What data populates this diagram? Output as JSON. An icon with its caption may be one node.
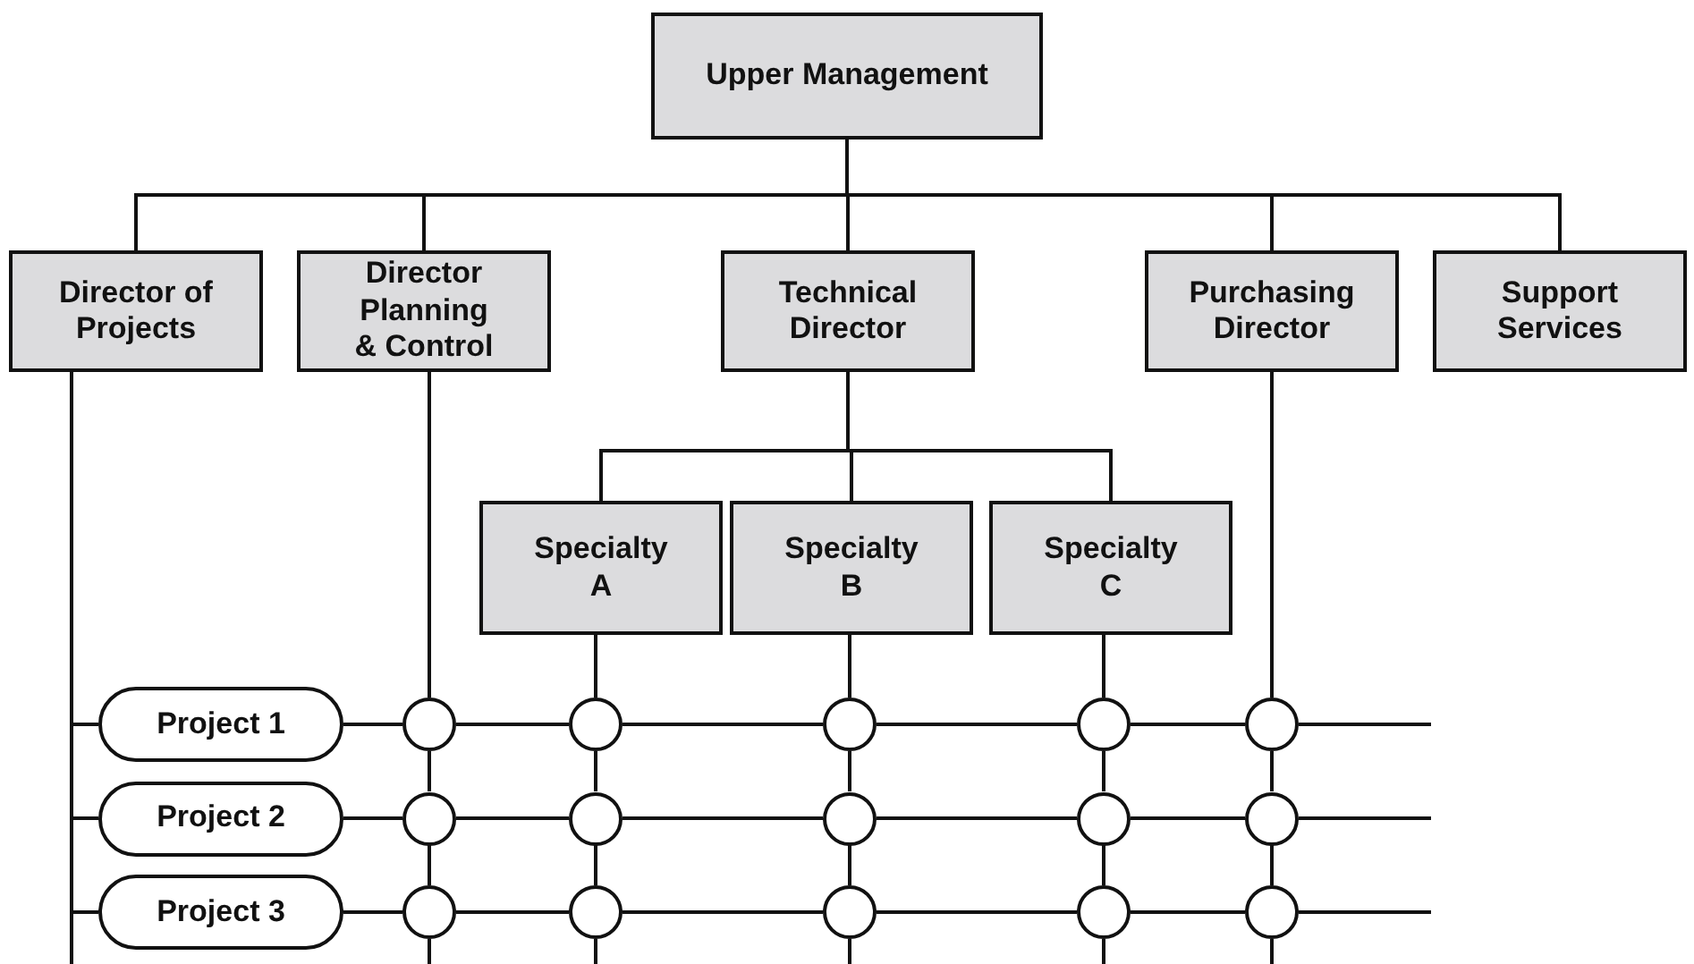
{
  "diagram": {
    "nodes": [
      {
        "text": [
          "Upper Management"
        ]
      },
      {
        "text": [
          "Director of Projects"
        ]
      },
      {
        "text": [
          "Director Planning & Control"
        ]
      },
      {
        "text": [
          "Technical Director"
        ]
      },
      {
        "text": [
          "Purchasing Director"
        ]
      },
      {
        "text": [
          "Support Services"
        ]
      },
      {
        "text": [
          "Specialty A"
        ]
      },
      {
        "text": [
          "Specialty B"
        ]
      },
      {
        "text": [
          "Specialty C"
        ]
      },
      {
        "text": [
          "Project 1"
        ]
      },
      {
        "text": [
          "Project 2"
        ]
      },
      {
        "text": [
          "Project 3"
        ]
      },
      {
        "text": [],
        "shape": "circle"
      },
      {
        "text": [],
        "shape": "circle"
      },
      {
        "text": [],
        "shape": "circle"
      },
      {
        "text": [],
        "shape": "circle"
      },
      {
        "text": [],
        "shape": "circle"
      },
      {
        "text": [],
        "shape": "circle"
      },
      {
        "text": [],
        "shape": "circle"
      },
      {
        "text": [],
        "shape": "circle"
      },
      {
        "text": [],
        "shape": "circle"
      },
      {
        "text": [],
        "shape": "circle"
      },
      {
        "text": [],
        "shape": "circle"
      },
      {
        "text": [],
        "shape": "circle"
      },
      {
        "text": [],
        "shape": "circle"
      },
      {
        "text": [],
        "shape": "circle"
      },
      {
        "text": [],
        "shape": "circle"
      }
    ],
    "edges": [
      {
        "from": 0,
        "to": 1,
        "arrow": "none"
      },
      {
        "from": 0,
        "to": 2,
        "arrow": "none"
      },
      {
        "from": 0,
        "to": 3,
        "arrow": "none"
      },
      {
        "from": 0,
        "to": 4,
        "arrow": "none"
      },
      {
        "from": 0,
        "to": 5,
        "arrow": "none"
      },
      {
        "from": 3,
        "to": 6,
        "arrow": "none"
      },
      {
        "from": 3,
        "to": 7,
        "arrow": "none"
      },
      {
        "from": 3,
        "to": 8,
        "arrow": "none"
      },
      {
        "from": 1,
        "to": 9,
        "arrow": "none"
      },
      {
        "from": 1,
        "to": 10,
        "arrow": "none"
      },
      {
        "from": 1,
        "to": 11,
        "arrow": "none"
      },
      {
        "from": 2,
        "to": 12,
        "arrow": "none"
      },
      {
        "from": 12,
        "to": 17,
        "arrow": "none"
      },
      {
        "from": 17,
        "to": 22,
        "arrow": "none"
      },
      {
        "from": 22,
        "to": null,
        "arrow": "none"
      },
      {
        "from": 6,
        "to": 13,
        "arrow": "none"
      },
      {
        "from": 13,
        "to": 18,
        "arrow": "none"
      },
      {
        "from": 18,
        "to": 23,
        "arrow": "none"
      },
      {
        "from": 23,
        "to": null,
        "arrow": "none"
      },
      {
        "from": 7,
        "to": 14,
        "arrow": "none"
      },
      {
        "from": 14,
        "to": 19,
        "arrow": "none"
      },
      {
        "from": 19,
        "to": 24,
        "arrow": "none"
      },
      {
        "from": 24,
        "to": null,
        "arrow": "none"
      },
      {
        "from": 8,
        "to": 15,
        "arrow": "none"
      },
      {
        "from": 15,
        "to": 20,
        "arrow": "none"
      },
      {
        "from": 20,
        "to": 25,
        "arrow": "none"
      },
      {
        "from": 25,
        "to": null,
        "arrow": "none"
      },
      {
        "from": 4,
        "to": 16,
        "arrow": "none"
      },
      {
        "from": 16,
        "to": 21,
        "arrow": "none"
      },
      {
        "from": 21,
        "to": 26,
        "arrow": "none"
      },
      {
        "from": 26,
        "to": null,
        "arrow": "none"
      },
      {
        "from": 9,
        "to": 12,
        "arrow": "none"
      },
      {
        "from": 12,
        "to": 13,
        "arrow": "none"
      },
      {
        "from": 13,
        "to": 14,
        "arrow": "none"
      },
      {
        "from": 14,
        "to": 15,
        "arrow": "none"
      },
      {
        "from": 15,
        "to": 16,
        "arrow": "none"
      },
      {
        "from": 16,
        "to": null,
        "arrow": "none"
      },
      {
        "from": 10,
        "to": 17,
        "arrow": "none"
      },
      {
        "from": 17,
        "to": 18,
        "arrow": "none"
      },
      {
        "from": 18,
        "to": 19,
        "arrow": "none"
      },
      {
        "from": 19,
        "to": 20,
        "arrow": "none"
      },
      {
        "from": 20,
        "to": 21,
        "arrow": "none"
      },
      {
        "from": 21,
        "to": null,
        "arrow": "none"
      },
      {
        "from": 11,
        "to": 22,
        "arrow": "none"
      },
      {
        "from": 22,
        "to": 23,
        "arrow": "none"
      },
      {
        "from": 23,
        "to": 24,
        "arrow": "none"
      },
      {
        "from": 24,
        "to": 25,
        "arrow": "none"
      },
      {
        "from": 25,
        "to": 26,
        "arrow": "none"
      },
      {
        "from": 26,
        "to": null,
        "arrow": "none"
      }
    ]
  }
}
